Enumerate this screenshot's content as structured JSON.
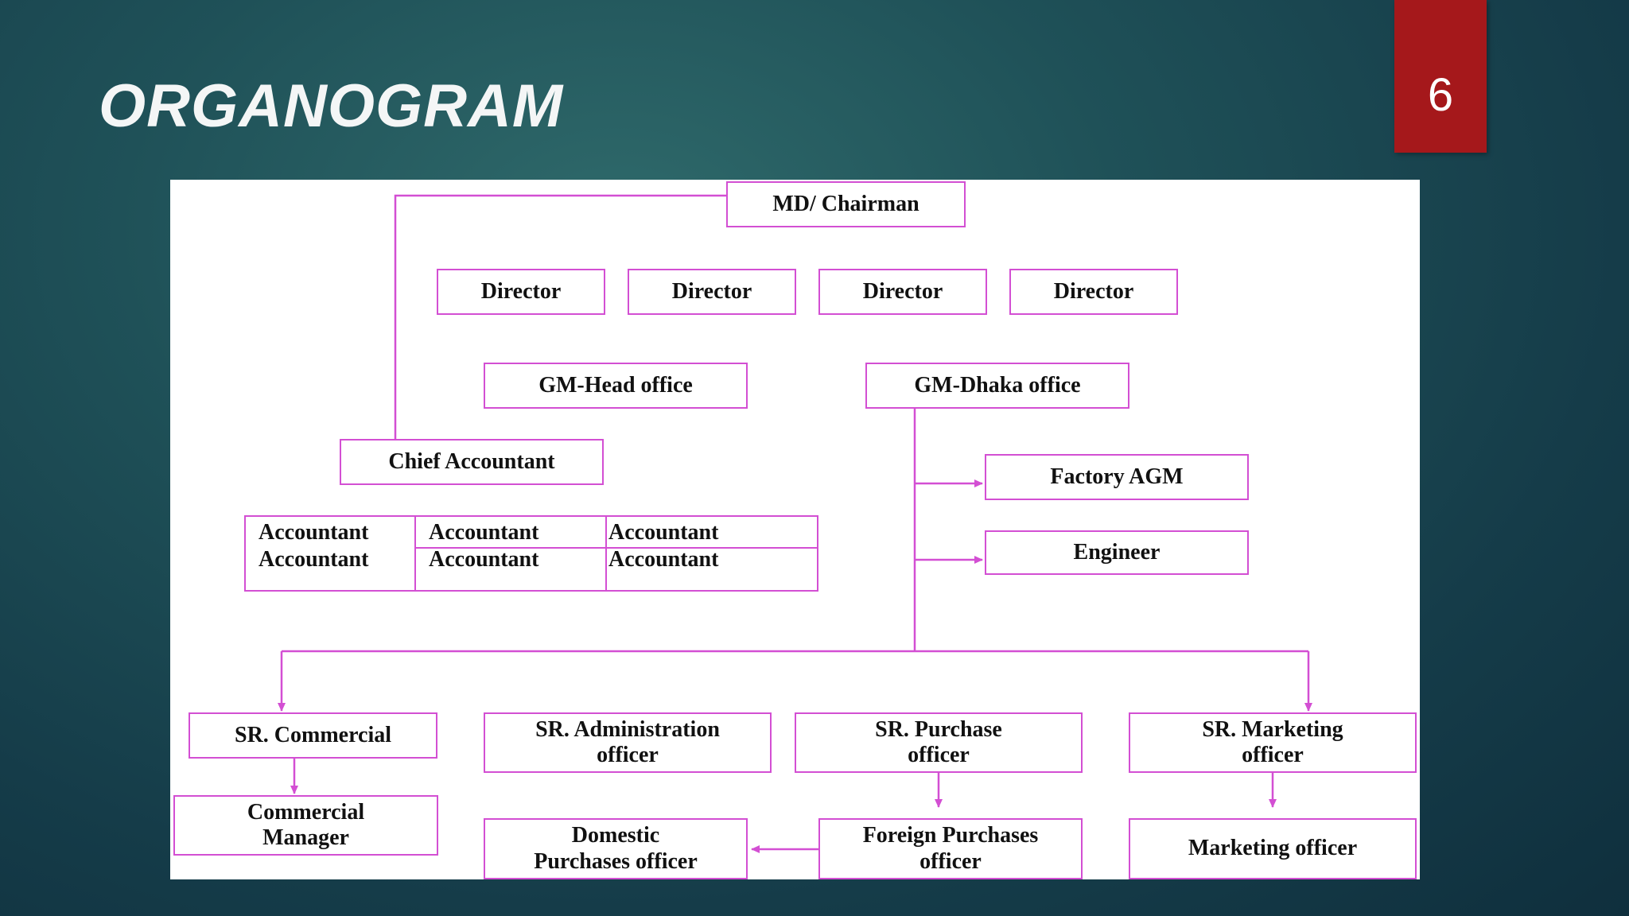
{
  "slide": {
    "title": "ORGANOGRAM",
    "page_number": "6"
  },
  "colors": {
    "connector": "#d34fd3",
    "page_tab": "#a5181b",
    "background": "#1f5158"
  },
  "org": {
    "md": "MD/ Chairman",
    "directors": [
      "Director",
      "Director",
      "Director",
      "Director"
    ],
    "gm_head": "GM-Head office",
    "gm_dhaka": "GM-Dhaka office",
    "chief_accountant": "Chief Accountant",
    "accountants": [
      [
        "Accountant",
        "Accountant"
      ],
      [
        "Accountant",
        "Accountant"
      ],
      [
        "Accountant",
        "Accountant"
      ]
    ],
    "factory_agm": "Factory AGM",
    "engineer": "Engineer",
    "sr_commercial": "SR. Commercial",
    "commercial_manager": [
      "Commercial",
      "Manager"
    ],
    "sr_admin": [
      "SR. Administration",
      "officer"
    ],
    "sr_purchase": [
      "SR. Purchase",
      "officer"
    ],
    "sr_marketing": [
      "SR. Marketing",
      "officer"
    ],
    "domestic_purchases": [
      "Domestic",
      "Purchases officer"
    ],
    "foreign_purchases": [
      "Foreign Purchases",
      "officer"
    ],
    "marketing_officer": "Marketing officer"
  }
}
